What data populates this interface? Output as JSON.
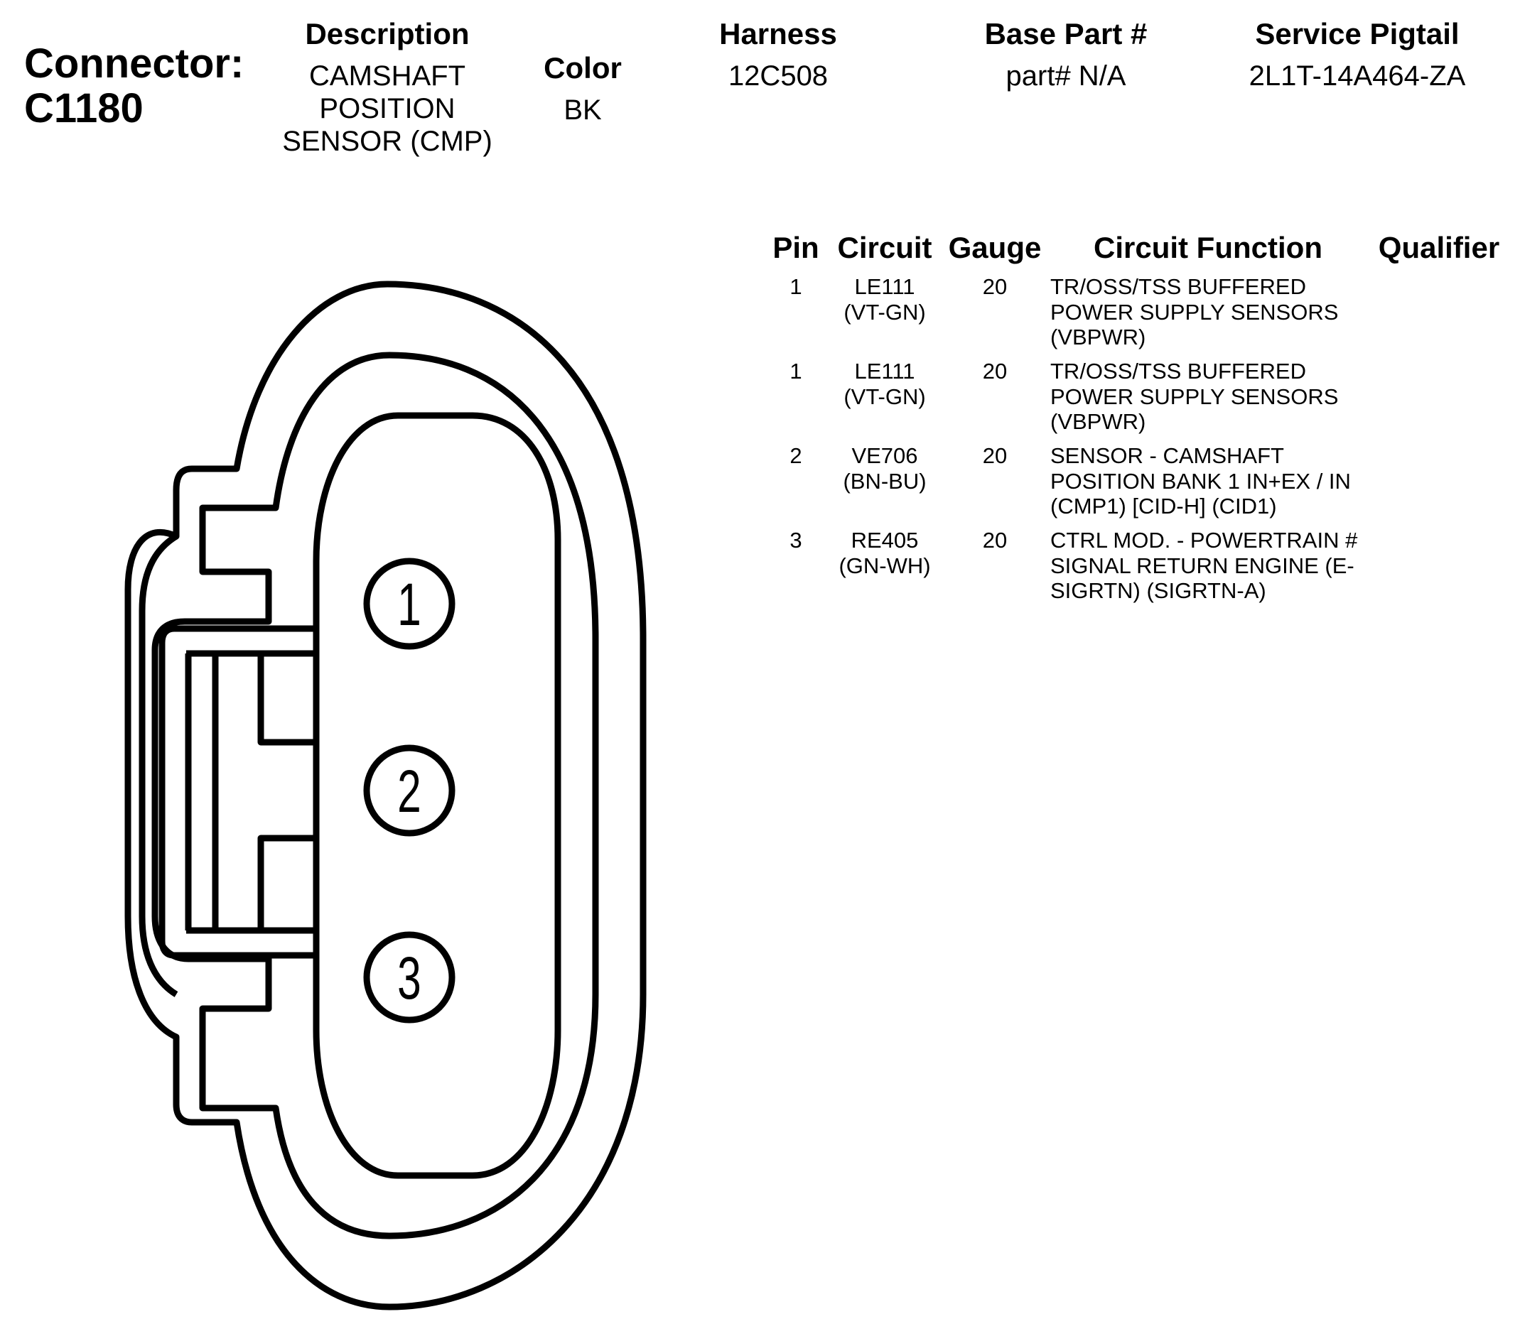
{
  "connector": {
    "label": "Connector:",
    "id": "C1180"
  },
  "header": {
    "description": {
      "label": "Description",
      "value": "CAMSHAFT\nPOSITION\nSENSOR (CMP)"
    },
    "color": {
      "label": "Color",
      "value": "BK"
    },
    "harness": {
      "label": "Harness",
      "value": "12C508"
    },
    "base_part": {
      "label": "Base Part #",
      "value": "part# N/A"
    },
    "service_pigtail": {
      "label": "Service Pigtail",
      "value": "2L1T-14A464-ZA"
    }
  },
  "pin_table": {
    "columns": [
      "Pin",
      "Circuit",
      "Gauge",
      "Circuit Function",
      "Qualifier"
    ],
    "rows": [
      {
        "pin": "1",
        "circuit": "LE111",
        "wire_color": "(VT-GN)",
        "gauge": "20",
        "function": "TR/OSS/TSS BUFFERED POWER SUPPLY SENSORS (VBPWR)",
        "qualifier": ""
      },
      {
        "pin": "1",
        "circuit": "LE111",
        "wire_color": "(VT-GN)",
        "gauge": "20",
        "function": "TR/OSS/TSS BUFFERED POWER SUPPLY SENSORS (VBPWR)",
        "qualifier": ""
      },
      {
        "pin": "2",
        "circuit": "VE706",
        "wire_color": "(BN-BU)",
        "gauge": "20",
        "function": "SENSOR - CAMSHAFT POSITION BANK 1 IN+EX / IN (CMP1) [CID-H] (CID1)",
        "qualifier": ""
      },
      {
        "pin": "3",
        "circuit": "RE405",
        "wire_color": "(GN-WH)",
        "gauge": "20",
        "function": "CTRL MOD. - POWERTRAIN # SIGNAL RETURN ENGINE (E-SIGRTN) (SIGRTN-A)",
        "qualifier": ""
      }
    ]
  },
  "diagram": {
    "pins": [
      {
        "label": "1"
      },
      {
        "label": "2"
      },
      {
        "label": "3"
      }
    ],
    "stroke_color": "#000000",
    "fill_color": "#ffffff"
  }
}
